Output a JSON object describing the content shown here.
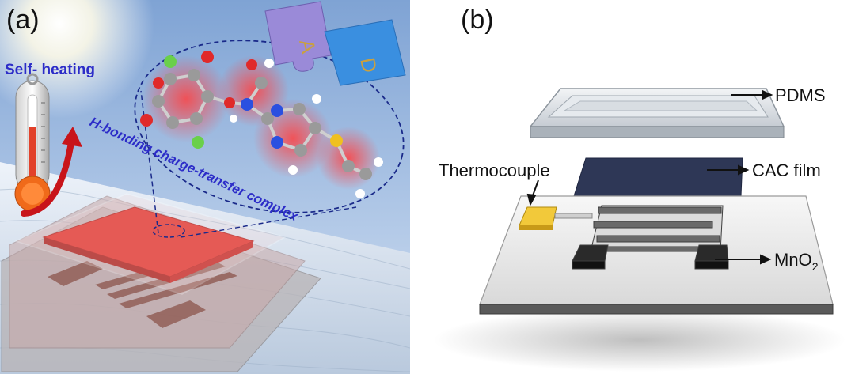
{
  "panel_a": {
    "label": "(a)",
    "self_heating": "Self- heating",
    "complex_caption": "H-bonding charge-transfer complex",
    "puzzle_letters": [
      "A",
      "D"
    ]
  },
  "panel_b": {
    "label": "(b)",
    "pdms": "PDMS",
    "cac_film": "CAC film",
    "thermocouple": "Thermocouple",
    "mno2_main": "MnO",
    "mno2_sub": "2"
  },
  "colors": {
    "sky_top": "#7fa6d6",
    "sky_bottom": "#c9d9ee",
    "snow": "#dfe8f3",
    "heater_red": "#e0302a",
    "callout_dash": "#1a2a8a",
    "text_blue": "#2c2cc8",
    "puzzle_purple": "#9a8ad8",
    "puzzle_blue": "#3a8fe0",
    "cac_film": "#2a3a7a",
    "electrode_gold": "#e8c640"
  }
}
